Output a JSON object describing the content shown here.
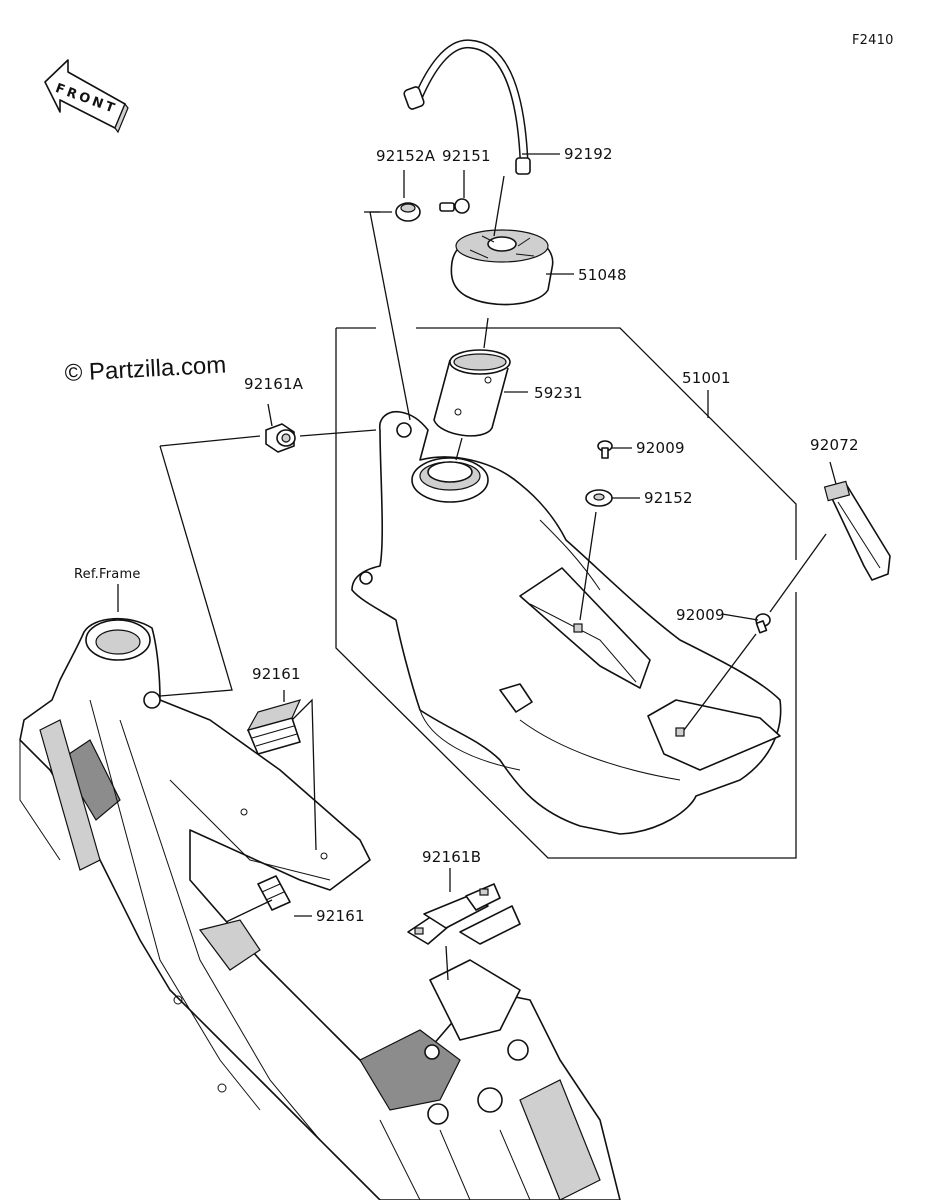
{
  "figure_code": "F2410",
  "watermark": "© Partzilla.com",
  "front_label": "FRONT",
  "ref_frame_label": "Ref.Frame",
  "parts": {
    "p92192": "92192",
    "p92152A": "92152A",
    "p92151": "92151",
    "p51048": "51048",
    "p59231": "59231",
    "p51001": "51001",
    "p92161A": "92161A",
    "p92009_top": "92009",
    "p92152": "92152",
    "p92072": "92072",
    "p92009_right": "92009",
    "p92161_top": "92161",
    "p92161_bottom": "92161",
    "p92161B": "92161B"
  }
}
